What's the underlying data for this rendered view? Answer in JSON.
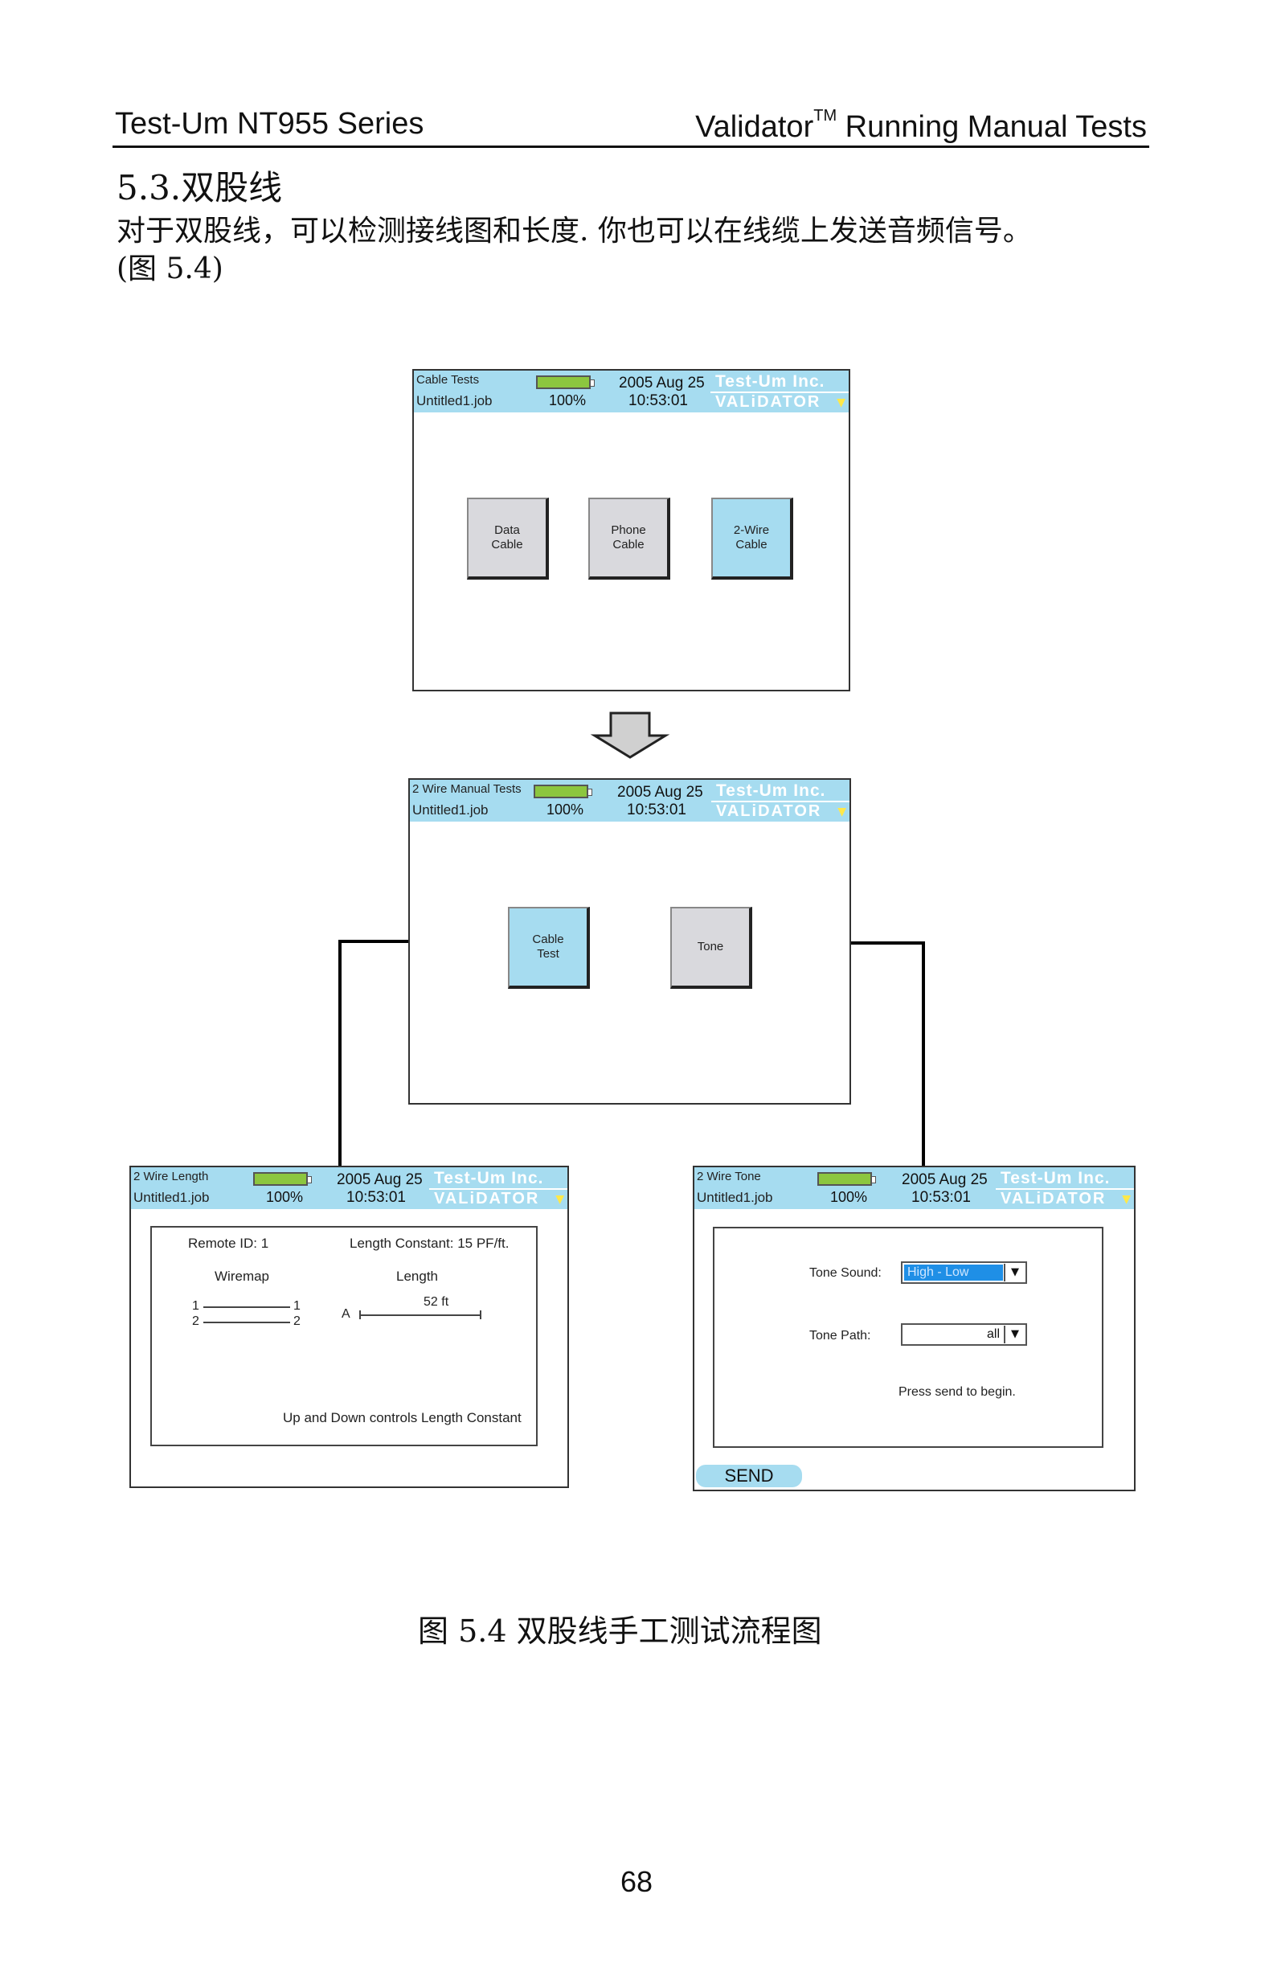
{
  "header": {
    "left": "Test-Um NT955 Series",
    "right_main": "Validator",
    "right_tm": "TM",
    "right_rest": " Running Manual Tests"
  },
  "section": {
    "title": "5.3.双股线",
    "paragraph": "对于双股线，可以检测接线图和长度. 你也可以在线缆上发送音频信号。",
    "paragraph2": "(图 5.4)"
  },
  "status": {
    "job": "Untitled1.job",
    "battery": "100%",
    "date": "2005 Aug 25",
    "time": "10:53:01",
    "brand_top": "Test-Um Inc.",
    "brand_bottom": "VALiDATOR"
  },
  "screen1": {
    "title": "Cable Tests",
    "tiles": [
      "Data\nCable",
      "Phone\nCable",
      "2-Wire\nCable"
    ]
  },
  "screen2": {
    "title": "2 Wire Manual Tests",
    "tiles": [
      "Cable\nTest",
      "Tone"
    ]
  },
  "screen3": {
    "title": "2 Wire Length",
    "remote_id": "Remote ID: 1",
    "length_constant": "Length Constant: 15 PF/ft.",
    "wiremap_label": "Wiremap",
    "length_label": "Length",
    "pins": [
      "1",
      "2"
    ],
    "pair_label": "A",
    "length_value": "52 ft",
    "footer": "Up and Down controls Length Constant"
  },
  "screen4": {
    "title": "2 Wire Tone",
    "tone_sound_label": "Tone Sound:",
    "tone_sound_value": "High - Low",
    "tone_path_label": "Tone Path:",
    "tone_path_value": "all",
    "hint": "Press send to begin.",
    "send_label": "SEND"
  },
  "caption": "图 5.4 双股线手工测试流程图",
  "page_number": "68"
}
